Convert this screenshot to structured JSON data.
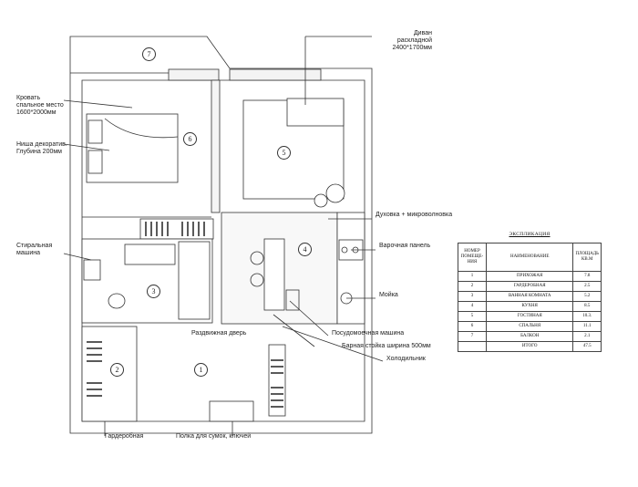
{
  "rooms": [
    {
      "id": "7",
      "num": "7"
    },
    {
      "id": "6",
      "num": "6"
    },
    {
      "id": "5",
      "num": "5"
    },
    {
      "id": "4",
      "num": "4"
    },
    {
      "id": "3",
      "num": "3"
    },
    {
      "id": "2",
      "num": "2"
    },
    {
      "id": "1",
      "num": "1"
    }
  ],
  "labels": {
    "sofa": "Диван раскладной\n2400*1700мм",
    "bed": "Кровать\nспальное место\n1600*2000мм",
    "niche": "Ниша декоратив.\nГлубина 200мм",
    "oven": "Духовка + микроволновка",
    "washer": "Стиральная\nмашина",
    "hob": "Варочная панель",
    "sink": "Мойка",
    "dishwasher": "Посудомоечная машина",
    "sliding_door": "Раздвижная дверь",
    "bar": "Барная стойка ширина 500мм",
    "fridge": "Холодильник",
    "wardrobe": "Гардеробная",
    "shelf": "Полка для сумок, ключей"
  },
  "explication": {
    "title": "ЭКСПЛИКАЦИЯ",
    "headers": [
      "НОМЕР ПОМЕЩЕ- НИЯ",
      "НАИМЕНОВАНИЕ",
      "ПЛОЩАДЬ КВ.М"
    ],
    "rows": [
      [
        "1",
        "ПРИХОЖАЯ",
        "7.8"
      ],
      [
        "2",
        "ГАРДЕРОБНАЯ",
        "2.5"
      ],
      [
        "3",
        "ВАННАЯ КОМНАТА",
        "5.2"
      ],
      [
        "4",
        "КУХНЯ",
        "8.5"
      ],
      [
        "5",
        "ГОСТИНАЯ",
        "10.3."
      ],
      [
        "6",
        "СПАЛЬНЯ",
        "11.1"
      ],
      [
        "7",
        "БАЛКОН",
        "2.1"
      ],
      [
        "",
        "ИТОГО",
        "47.5"
      ]
    ]
  }
}
